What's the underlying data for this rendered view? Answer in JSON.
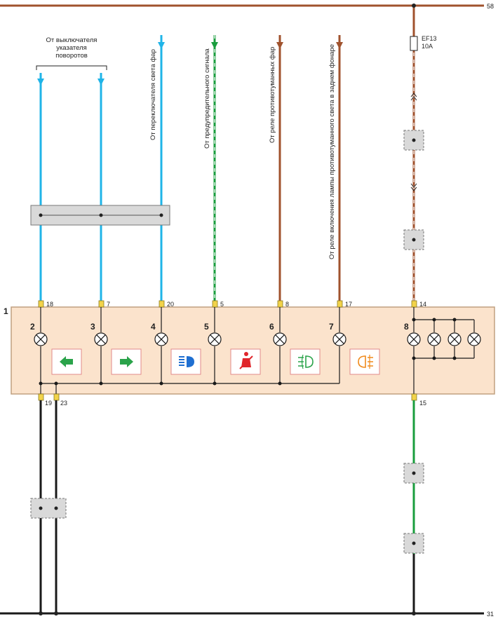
{
  "rails": {
    "top": "58",
    "bottom": "31"
  },
  "module": {
    "number": "1"
  },
  "fuse": {
    "name": "EF13",
    "rating": "10A"
  },
  "sources": {
    "turn_switch_line1": "От выключателя",
    "turn_switch_line2": "указателя",
    "turn_switch_line3": "поворотов",
    "headlight": "От переключателя света фар",
    "warning": "От предупредительного сигнала",
    "fog_front": "От реле противотуманных фар",
    "fog_rear": "От реле включения лампы противотуманного света в заднем фонаре"
  },
  "pins_top": [
    "18",
    "7",
    "20",
    "5",
    "8",
    "17",
    "14"
  ],
  "pins_bottom": [
    "19",
    "23",
    "15"
  ],
  "lamps": [
    "2",
    "3",
    "4",
    "5",
    "6",
    "7",
    "8"
  ],
  "indicators": [
    {
      "name": "left-turn-icon",
      "color": "#2aa34a"
    },
    {
      "name": "right-turn-icon",
      "color": "#2aa34a"
    },
    {
      "name": "high-beam-icon",
      "color": "#1f6fd1"
    },
    {
      "name": "seatbelt-icon",
      "color": "#e0262b"
    },
    {
      "name": "front-fog-icon",
      "color": "#2aa34a"
    },
    {
      "name": "rear-fog-icon",
      "color": "#f08a1c"
    }
  ],
  "colors": {
    "blue_wire": "#1fb4e8",
    "brown_wire": "#a0522d",
    "green_wire": "#1a9d3e",
    "black_wire": "#1a1a1a",
    "module_fill": "#fbe3cc",
    "module_stroke": "#c0a080"
  }
}
